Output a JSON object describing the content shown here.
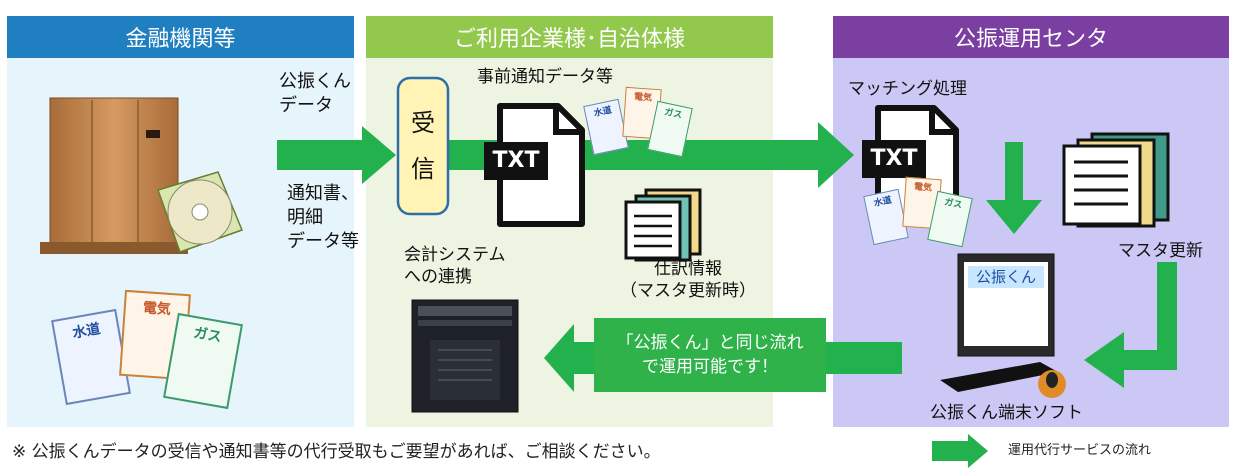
{
  "columns": {
    "bank": {
      "title": "金融機関等"
    },
    "client": {
      "title": "ご利用企業様･自治体様"
    },
    "center": {
      "title": "公振運用センタ"
    }
  },
  "labels": {
    "kofuri_data": [
      "公振くん",
      "データ"
    ],
    "notices": [
      "通知書、",
      "明細",
      "データ等"
    ],
    "receive": [
      "受",
      "信"
    ],
    "pre_notice": "事前通知データ等",
    "journal": [
      "仕訳情報",
      "（マスタ更新時）"
    ],
    "accounting": [
      "会計システム",
      "への連携"
    ],
    "matching": "マッチング処理",
    "master_update": "マスタ更新",
    "terminal": "公振くん端末ソフト",
    "screen_text": "公振くん",
    "same_flow": [
      "「公振くん」と同じ流れ",
      "で運用可能です！"
    ],
    "txt": "TXT",
    "bill_labels": [
      "水道",
      "電気",
      "ガス"
    ]
  },
  "footnote": "※ 公振くんデータの受信や通知書等の代行受取もご要望があれば、ご相談ください。",
  "legend": {
    "label": "運用代行サービスの流れ"
  },
  "colors": {
    "bank_header": "#1f7fc1",
    "bank_bg": "#e6f4fb",
    "client_header": "#92c94c",
    "client_bg": "#edf5e2",
    "center_header": "#7a3fa1",
    "center_bg": "#cbc8f5",
    "arrow": "#22b14c"
  }
}
